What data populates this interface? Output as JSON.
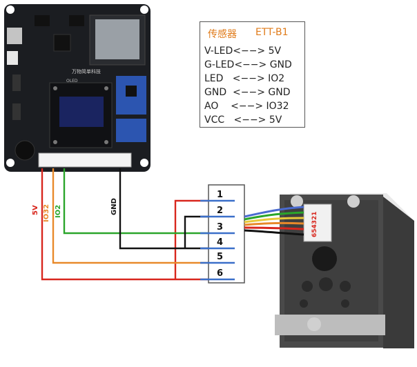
{
  "legend": {
    "header_left": "传感器",
    "header_right": "ETT-B1",
    "rows": [
      "V-LED<−−> 5V",
      "G-LED<−−> GND",
      "LED   <−−> IO2",
      "GND  <−−> GND",
      "AO    <−−> IO32",
      "VCC   <−−> 5V"
    ]
  },
  "connector": {
    "pins": [
      "1",
      "2",
      "3",
      "4",
      "5",
      "6"
    ]
  },
  "wire_labels": {
    "five_v": "5V",
    "io32": "IO32",
    "io2": "IO2",
    "gnd": "GND"
  },
  "sensor": {
    "cable_label": "654321"
  },
  "board": {
    "silk_title": "万物简单科技",
    "silk_oled": "OLED"
  },
  "colors": {
    "red": "#d8261d",
    "orange": "#e8892a",
    "green": "#2aa52a",
    "black": "#111111",
    "blue": "#3a6fc9",
    "legend_header": "#e07b1a"
  }
}
